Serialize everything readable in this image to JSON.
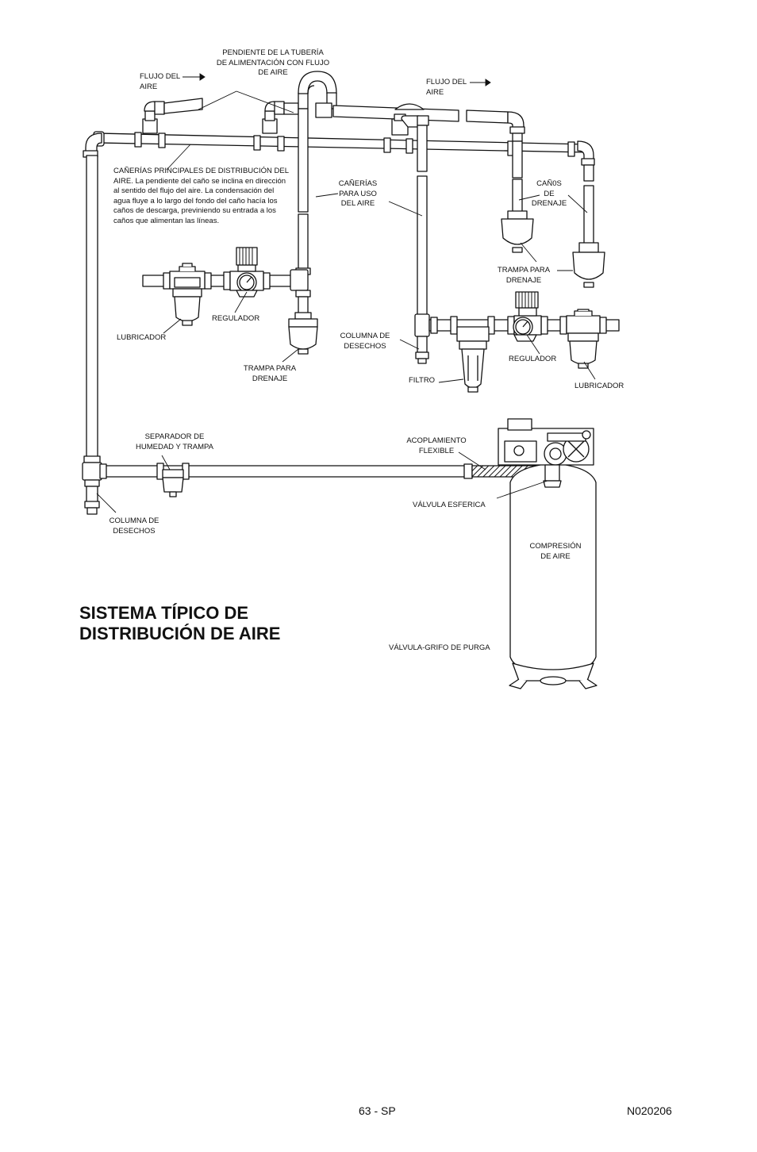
{
  "labels": {
    "pendiente": "PENDIENTE DE LA TUBERÍA\nDE ALIMENTACIÓN CON FLUJO\nDE AIRE",
    "flujo_left": "FLUJO DEL\nAIRE",
    "flujo_right": "FLUJO DEL\nAIRE",
    "canerias_principales": "CAÑERÍAS PRINCIPALES DE DISTRIBUCIÓN DEL AIRE. La pendiente del caño se inclina en dirección al sentido del flujo del aire. La condensación del agua fluye a lo largo del fondo del caño hacía los caños de descarga, previniendo su entrada a los caños que alimentan las líneas.",
    "canerias_uso": "CAÑERÍAS\nPARA USO\nDEL AIRE",
    "canos_drenaje": "CAÑ0S\nDE\nDRENAJE",
    "trampa_drenaje_right": "TRAMPA PARA\nDRENAJE",
    "lubricador_left": "LUBRICADOR",
    "regulador_left": "REGULADOR",
    "trampa_drenaje_mid": "TRAMPA PARA\nDRENAJE",
    "columna_desechos_mid": "COLUMNA DE\nDESECHOS",
    "filtro": "FILTRO",
    "regulador_right": "REGULADOR",
    "lubricador_right": "LUBRICADOR",
    "separador": "SEPARADOR DE\nHUMEDAD Y TRAMPA",
    "acoplamiento": "ACOPLAMIENTO\nFLEXIBLE",
    "valvula_esferica": "VÁLVULA ESFERICA",
    "columna_desechos_left": "COLUMNA DE\nDESECHOS",
    "compresion": "COMPRESIÓN\nDE AIRE",
    "valvula_grifo": "VÁLVULA-GRIFO DE PURGA"
  },
  "title": "SISTEMA TÍPICO DE\nDISTRIBUCIÓN DE AIRE",
  "footer": {
    "page": "63 - SP",
    "code": "N020206"
  }
}
